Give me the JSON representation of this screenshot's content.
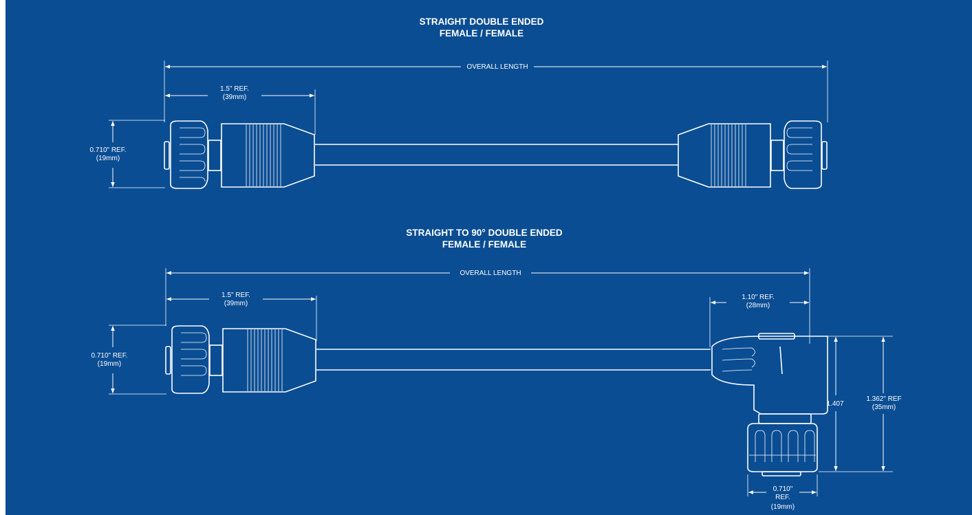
{
  "drawing_1": {
    "title_line1": "STRAIGHT DOUBLE ENDED",
    "title_line2": "FEMALE / FEMALE",
    "overall_length": "OVERALL LENGTH",
    "boot_ref_1": "1.5\" REF.",
    "boot_ref_2": "(39mm)",
    "dia_ref_1": "0.710\" REF.",
    "dia_ref_2": "(19mm)"
  },
  "drawing_2": {
    "title_line1": "STRAIGHT TO 90° DOUBLE ENDED",
    "title_line2": "FEMALE / FEMALE",
    "overall_length": "OVERALL LENGTH",
    "boot_ref_1": "1.5\" REF.",
    "boot_ref_2": "(39mm)",
    "dia_ref_1": "0.710\" REF.",
    "dia_ref_2": "(19mm)",
    "elbow_ref_1": "1.10\" REF.",
    "elbow_ref_2": "(28mm)",
    "height_total": "1.407",
    "height_ref_1": "1.362\" REF",
    "height_ref_2": "(35mm)",
    "nut_ref_1": "0.710\"",
    "nut_ref_2": "REF.",
    "nut_ref_3": "(19mm)"
  },
  "colors": {
    "background": "#0a4d93",
    "line": "#ffffff"
  }
}
